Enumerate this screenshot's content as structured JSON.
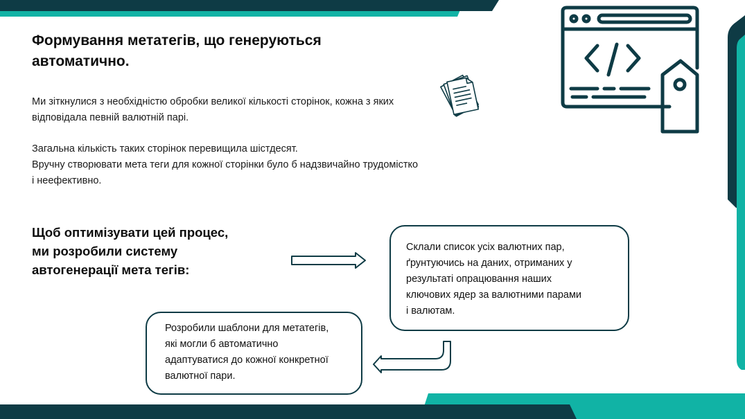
{
  "slide": {
    "title_lines": [
      "Формування метатегів, що генеруються",
      "автоматично."
    ],
    "paragraph1_lines": [
      "Ми зіткнулися з необхідністю обробки великої кількості сторінок, кожна з яких",
      "відповідала певній валютній парі."
    ],
    "paragraph2_lines": [
      "Загальна кількість таких сторінок перевищила шістдесят.",
      "Вручну створювати мета теги для кожної сторінки було б надзвичайно трудомістко",
      "і неефективно."
    ],
    "subtitle_lines": [
      "Щоб оптимізувати цей процес,",
      "ми розробили систему",
      "автогенерації мета тегів:"
    ],
    "step1_lines": [
      "Склали список усіх валютних пар,",
      "ґрунтуючись на даних, отриманих у",
      "результаті опрацювання наших",
      "ключових ядер за валютними парами",
      "і валютам."
    ],
    "step2_lines": [
      "Розробили шаблони для метатегів,",
      "які могли б автоматично",
      "адаптуватися до кожної конкретної",
      "валютної пари."
    ]
  },
  "icons": {
    "code": "code-tag-browser-icon",
    "documents": "documents-icon",
    "arrow_right": "arrow-right-icon",
    "arrow_return": "arrow-return-left-icon"
  },
  "colors": {
    "dark_teal": "#0e3b45",
    "teal": "#11b3a5",
    "text": "#111111",
    "background": "#ffffff"
  }
}
